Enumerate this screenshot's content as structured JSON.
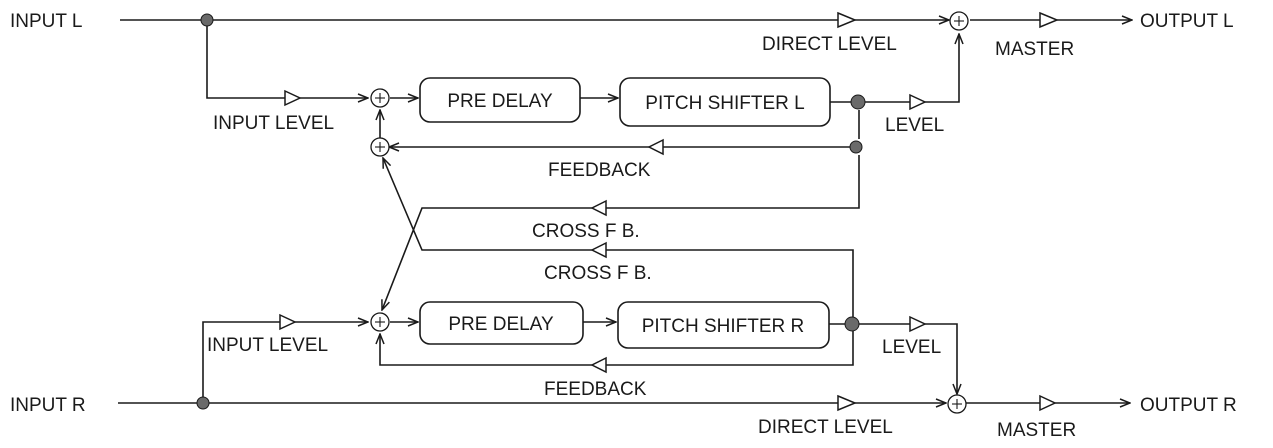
{
  "colors": {
    "ink": "#1a1a1a",
    "node_fill": "#6a6a6a",
    "background": "#ffffff"
  },
  "left": {
    "input": "INPUT L",
    "output": "OUTPUT L",
    "input_level": "INPUT LEVEL",
    "pre_delay": "PRE DELAY",
    "pitch_shifter": "PITCH SHIFTER L",
    "level": "LEVEL",
    "feedback": "FEEDBACK",
    "direct_level": "DIRECT LEVEL",
    "master": "MASTER"
  },
  "right": {
    "input": "INPUT R",
    "output": "OUTPUT R",
    "input_level": "INPUT LEVEL",
    "pre_delay": "PRE DELAY",
    "pitch_shifter": "PITCH SHIFTER R",
    "level": "LEVEL",
    "feedback": "FEEDBACK",
    "direct_level": "DIRECT LEVEL",
    "master": "MASTER"
  },
  "cross": {
    "upper": "CROSS F B.",
    "lower": "CROSS F B."
  }
}
